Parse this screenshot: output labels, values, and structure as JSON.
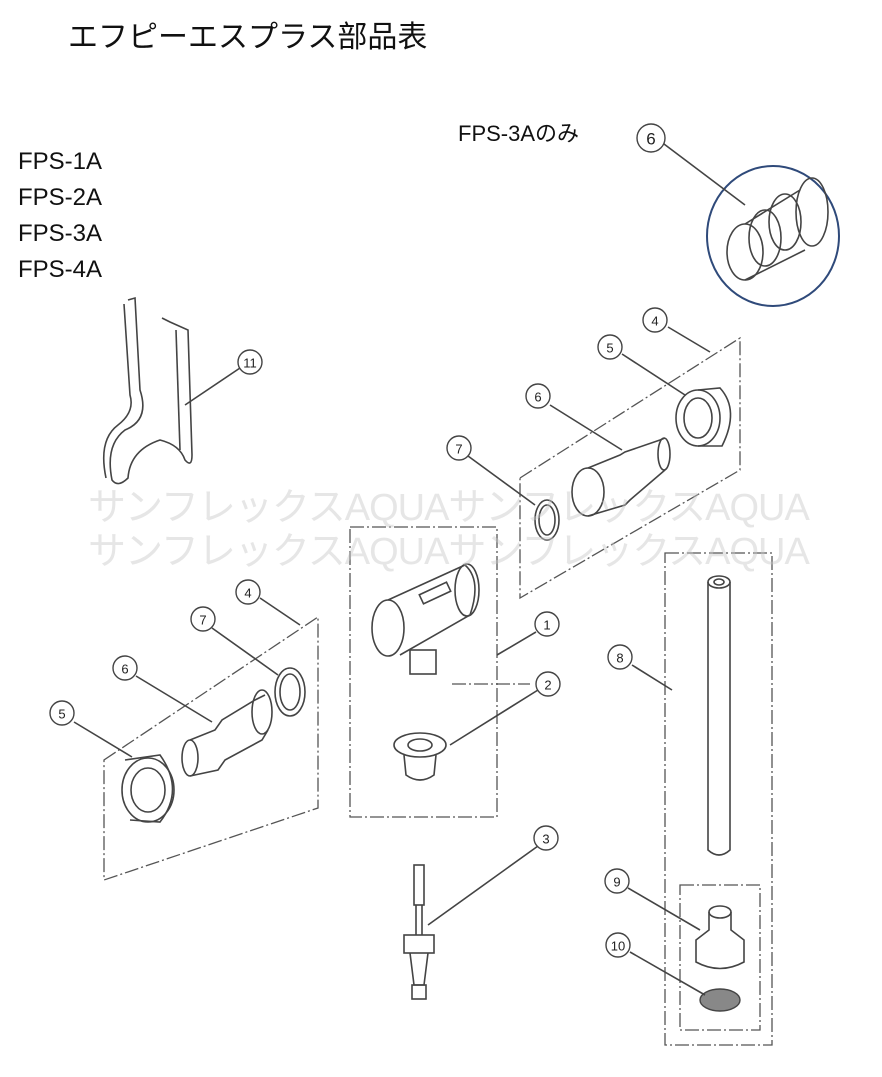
{
  "title": "エフピーエスプラス部品表",
  "models": [
    "FPS-1A",
    "FPS-2A",
    "FPS-3A",
    "FPS-4A"
  ],
  "note": "FPS-3Aのみ",
  "watermark": [
    "サンフレックスAQUAサンフレックスAQUA",
    "サンフレックスAQUAサンフレックスAQUA"
  ],
  "callouts": {
    "c6_top": "6",
    "c11": "11",
    "c4_right": "4",
    "c5_right": "5",
    "c6_right": "6",
    "c7_right": "7",
    "c4_left": "4",
    "c7_left": "7",
    "c6_left": "6",
    "c5_left": "5",
    "c1": "1",
    "c2": "2",
    "c3": "3",
    "c8": "8",
    "c9": "9",
    "c10": "10"
  },
  "colors": {
    "highlight_circle": "#2f4a7a"
  }
}
